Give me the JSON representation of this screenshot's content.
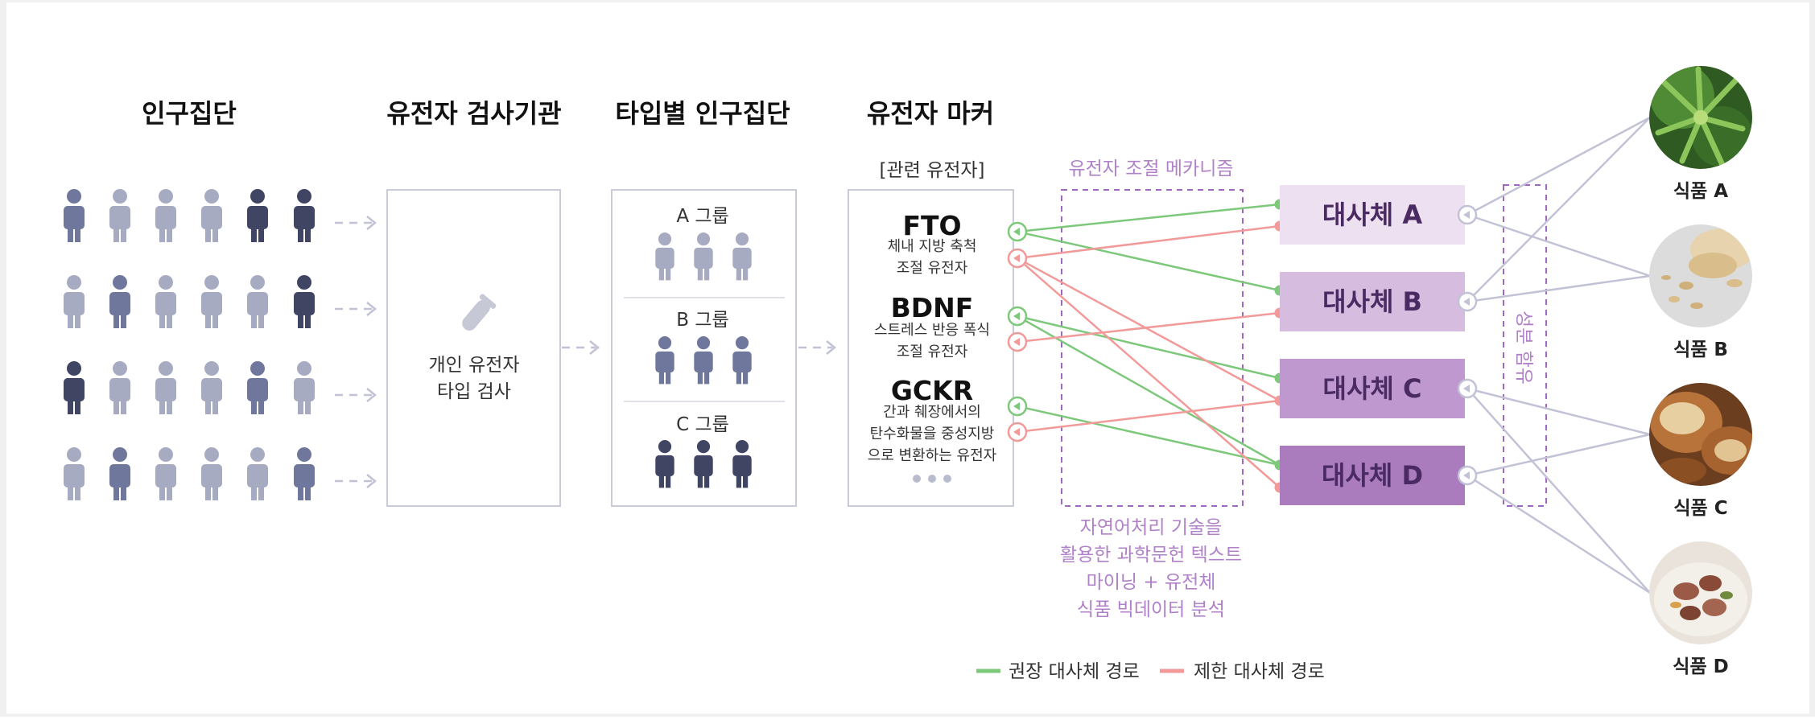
{
  "headers": {
    "population": "인구집단",
    "lab": "유전자 검사기관",
    "type_population": "타입별 인구집단",
    "markers": "유전자 마커"
  },
  "lab_box": {
    "line1": "개인 유전자",
    "line2": "타입 검사",
    "icon": "test-tube-icon"
  },
  "groups": [
    {
      "label": "A 그룹",
      "color": "#a7abc2"
    },
    {
      "label": "B 그룹",
      "color": "#6f779d"
    },
    {
      "label": "C 그룹",
      "color": "#3f4563"
    }
  ],
  "marker_section": {
    "caption": "[관련 유전자]",
    "markers": [
      {
        "name": "FTO",
        "desc": [
          "체내 지방 축척",
          "조절 유전자"
        ]
      },
      {
        "name": "BDNF",
        "desc": [
          "스트레스 반응 폭식",
          "조절 유전자"
        ]
      },
      {
        "name": "GCKR",
        "desc": [
          "간과 췌장에서의",
          "탄수화물을 중성지방",
          "으로 변환하는 유전자"
        ]
      }
    ]
  },
  "mechanism": {
    "title": "유전자 조절 메카니즘",
    "caption": [
      "자연어처리 기술을",
      "활용한 과학문헌 텍스트",
      "마이닝 + 유전체",
      "식품 빅데이터 분석"
    ]
  },
  "metabolites": [
    {
      "label": "대사체 A",
      "fill": "#ede0f1"
    },
    {
      "label": "대사체 B",
      "fill": "#d6bde0"
    },
    {
      "label": "대사체 C",
      "fill": "#be98cf"
    },
    {
      "label": "대사체 D",
      "fill": "#aa7cbd"
    }
  ],
  "component": {
    "label": "성분 함유"
  },
  "foods": [
    {
      "label": "식품 A",
      "icon": "hemp-plant-photo"
    },
    {
      "label": "식품 B",
      "icon": "oat-grains-photo"
    },
    {
      "label": "식품 C",
      "icon": "bread-photo"
    },
    {
      "label": "식품 D",
      "icon": "meat-dish-photo"
    }
  ],
  "legend": {
    "recommended": "권장 대사체 경로",
    "restricted": "제한 대사체 경로"
  },
  "colors": {
    "recommended": "#7dc87b",
    "restricted": "#f29a99",
    "accent_purple": "#a066c0",
    "gray_line": "#c2c2d6",
    "person_light": "#a7abc2",
    "person_mid": "#6f779d",
    "person_dark": "#3f4563"
  },
  "population_grid": [
    [
      "mid",
      "light",
      "light",
      "light",
      "dark",
      "dark"
    ],
    [
      "light",
      "mid",
      "light",
      "light",
      "light",
      "dark"
    ],
    [
      "dark",
      "light",
      "light",
      "light",
      "mid",
      "light"
    ],
    [
      "light",
      "mid",
      "light",
      "light",
      "light",
      "mid"
    ]
  ],
  "pathways": {
    "recommended": [
      {
        "gene": 0,
        "metabolite": 0
      },
      {
        "gene": 0,
        "metabolite": 1
      },
      {
        "gene": 1,
        "metabolite": 2
      },
      {
        "gene": 1,
        "metabolite": 3
      },
      {
        "gene": 2,
        "metabolite": 3
      }
    ],
    "restricted": [
      {
        "gene": 0,
        "metabolite": 0
      },
      {
        "gene": 0,
        "metabolite": 2
      },
      {
        "gene": 0,
        "metabolite": 3
      },
      {
        "gene": 1,
        "metabolite": 1
      },
      {
        "gene": 2,
        "metabolite": 2
      }
    ]
  },
  "food_links": [
    {
      "metabolite": 0,
      "food": 0
    },
    {
      "metabolite": 0,
      "food": 1
    },
    {
      "metabolite": 1,
      "food": 0
    },
    {
      "metabolite": 1,
      "food": 1
    },
    {
      "metabolite": 2,
      "food": 2
    },
    {
      "metabolite": 2,
      "food": 3
    },
    {
      "metabolite": 3,
      "food": 2
    },
    {
      "metabolite": 3,
      "food": 3
    }
  ]
}
